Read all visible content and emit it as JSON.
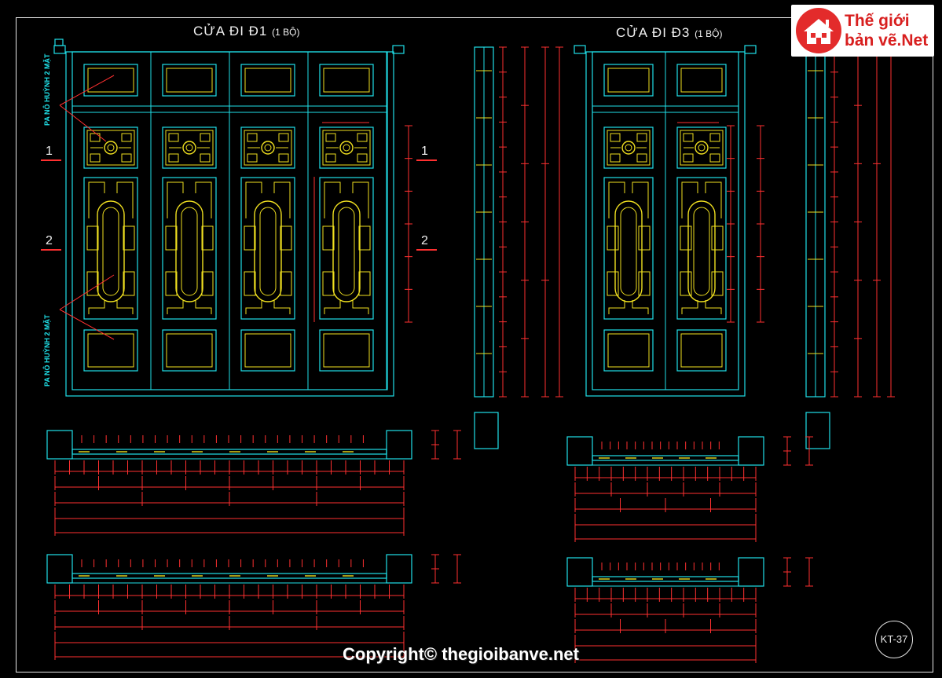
{
  "drawing": {
    "title_d1": "CỬA ĐI Đ1",
    "title_d1_qty": "(1 BỘ)",
    "title_d3": "CỬA ĐI Đ3",
    "title_d3_qty": "(1 BỘ)",
    "section_1": "1",
    "section_2": "2",
    "note_top": "PA NÔ HUỲNH 2 MẶT",
    "note_bottom": "PA NÔ HUỲNH 2 MẶT",
    "sheet_code": "KT-37"
  },
  "logo": {
    "line1": "Thế giới",
    "line2_a": "bản vẽ.",
    "line2_b": "Net"
  },
  "footer": {
    "copyright": "Copyright© thegioibanve.net"
  },
  "colors": {
    "background": "#000000",
    "frame": "#20e0e8",
    "panel": "#f0e020",
    "dimension": "#ff3030",
    "text": "#f2f2f2",
    "brand": "#d81f1f"
  },
  "icons": [
    "house-icon"
  ]
}
